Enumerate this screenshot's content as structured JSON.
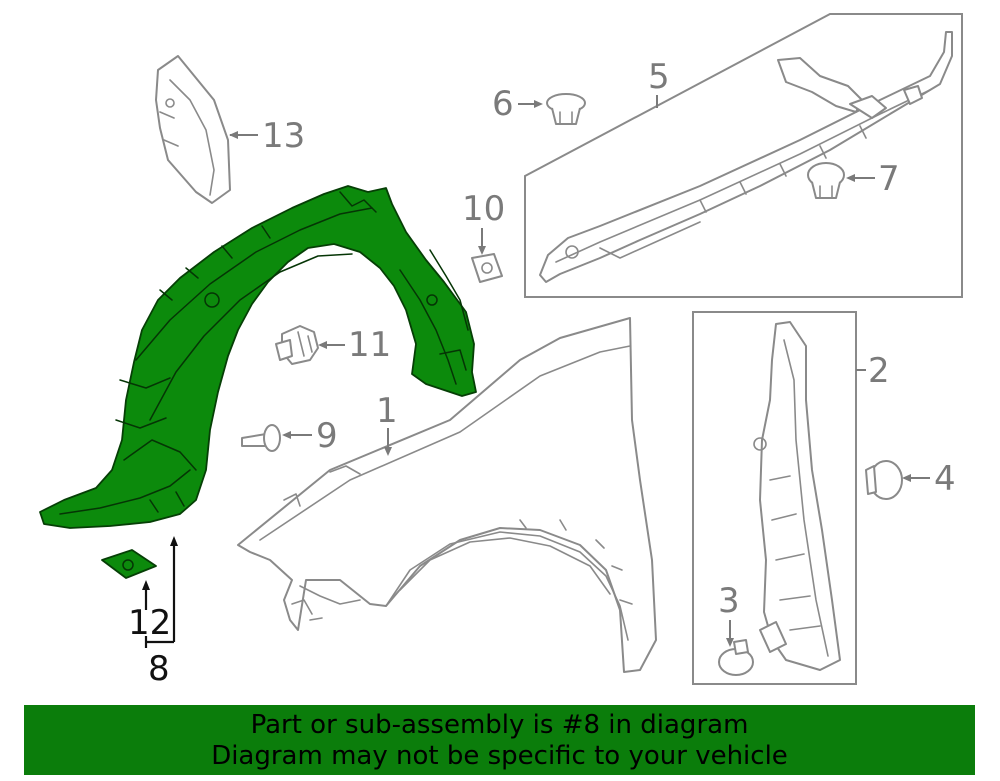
{
  "callouts": {
    "c1": "1",
    "c2": "2",
    "c3": "3",
    "c4": "4",
    "c5": "5",
    "c6": "6",
    "c7": "7",
    "c8": "8",
    "c9": "9",
    "c10": "10",
    "c11": "11",
    "c12": "12",
    "c13": "13"
  },
  "banner": {
    "line1": "Part or sub-assembly is #8 in diagram",
    "line2": "Diagram may not be specific to your vehicle"
  },
  "colors": {
    "highlight": "#0c8a0c",
    "banner_bg": "#0b7d0b",
    "line_gray": "#8a8a8a"
  }
}
